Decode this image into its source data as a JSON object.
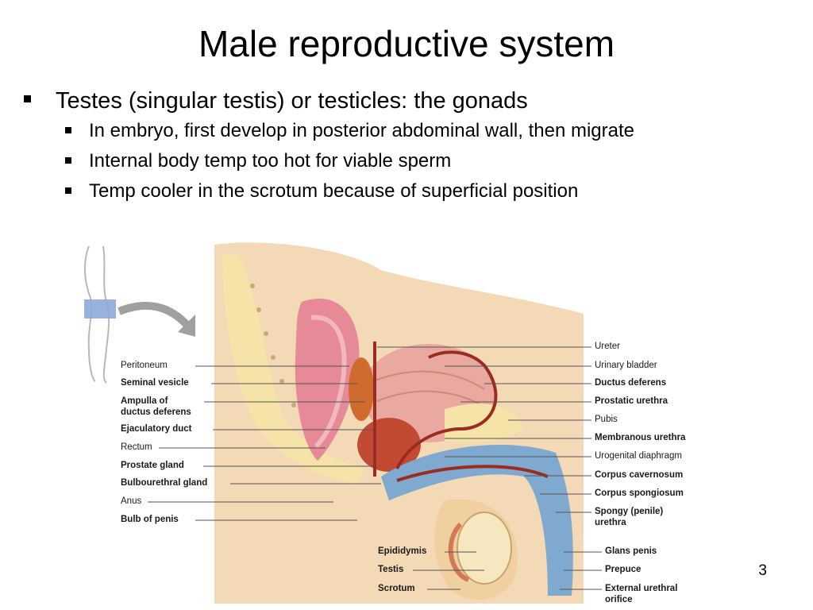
{
  "slide": {
    "title": "Male reproductive system",
    "bullet": "Testes (singular testis) or testicles: the gonads",
    "subbullets": [
      "In embryo, first develop in posterior abdominal wall, then migrate",
      "Internal body temp too hot for viable sperm",
      "Temp cooler in the scrotum because of superficial position"
    ],
    "page_number": "3"
  },
  "diagram": {
    "left_labels": [
      "Peritoneum",
      "Seminal vesicle",
      "Ampulla of",
      "ductus deferens",
      "Ejaculatory duct",
      "Rectum",
      "Prostate gland",
      "Bulbourethral gland",
      "Anus",
      "Bulb of penis"
    ],
    "bottom_labels": [
      "Epididymis",
      "Testis",
      "Scrotum"
    ],
    "right_labels": [
      "Ureter",
      "Urinary bladder",
      "Ductus deferens",
      "Prostatic urethra",
      "Pubis",
      "Membranous urethra",
      "Urogenital diaphragm",
      "Corpus cavernosum",
      "Corpus spongiosum",
      "Spongy (penile)",
      "urethra",
      "Glans penis",
      "Prepuce",
      "External urethral",
      "orifice"
    ],
    "colors": {
      "skin": "#f3d9b5",
      "bone": "#f5e3a8",
      "bladder": "#e9a9a0",
      "rectum": "#e58a96",
      "prostate": "#c24a32",
      "spongy": "#7fa9cf",
      "duct": "#9b2c22",
      "highlight": "#8eaad8",
      "arrow": "#9d9d9d"
    }
  }
}
